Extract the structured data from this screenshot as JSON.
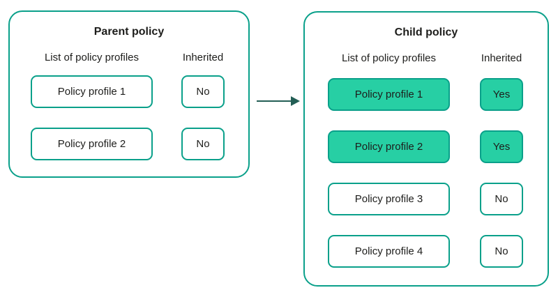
{
  "colors": {
    "accent": "#0AA08A",
    "fill": "#27CFA4",
    "arrow": "#235E55",
    "text": "#1D1D1B",
    "background": "#FFFFFF"
  },
  "parent": {
    "title": "Parent policy",
    "columns": {
      "profiles": "List of policy profiles",
      "inherited": "Inherited"
    },
    "rows": [
      {
        "profile": "Policy profile 1",
        "inherited": "No",
        "highlighted": false
      },
      {
        "profile": "Policy profile 2",
        "inherited": "No",
        "highlighted": false
      }
    ]
  },
  "child": {
    "title": "Child policy",
    "columns": {
      "profiles": "List of policy profiles",
      "inherited": "Inherited"
    },
    "rows": [
      {
        "profile": "Policy profile 1",
        "inherited": "Yes",
        "highlighted": true
      },
      {
        "profile": "Policy profile 2",
        "inherited": "Yes",
        "highlighted": true
      },
      {
        "profile": "Policy profile 3",
        "inherited": "No",
        "highlighted": false
      },
      {
        "profile": "Policy profile 4",
        "inherited": "No",
        "highlighted": false
      }
    ]
  },
  "connector": {
    "type": "arrow",
    "direction": "right",
    "color": "#235E55"
  }
}
